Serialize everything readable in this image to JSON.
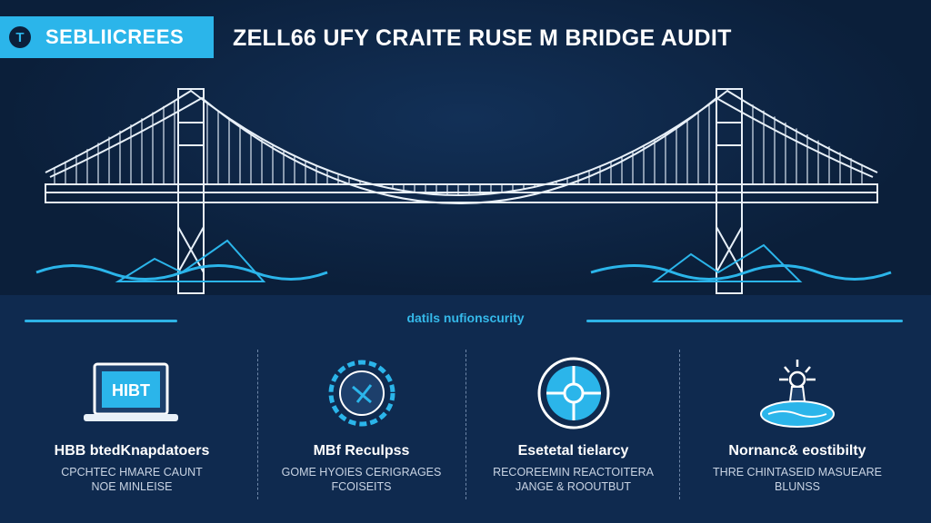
{
  "header": {
    "badge_label": "SEBLIICREES",
    "badge_icon": "T",
    "title": "ZELL66 UFY CRAITE RUSE M BRIDGE AUDIT"
  },
  "section_subtitle": "datils nufionscurity",
  "colors": {
    "accent": "#2bb5ea",
    "background": "#0b1f3a",
    "panel": "#0f2a4f"
  },
  "features": [
    {
      "icon": "laptop-icon",
      "icon_text": "HIBT",
      "title": "HBB btedKnapdatoers",
      "lines": [
        "CPCHTEC HMARE CAUNT",
        "NOE MINLEISE"
      ]
    },
    {
      "icon": "gear-shield-icon",
      "title": "MBf Reculpss",
      "lines": [
        "GOME HYOIES CERIGRAGES",
        "FCOISEITS"
      ]
    },
    {
      "icon": "compass-icon",
      "title": "Esetetal tielarcy",
      "lines": [
        "RECOREEMIN REACTOITERA",
        "JANGE & ROOUTBUT"
      ]
    },
    {
      "icon": "lighthouse-icon",
      "title": "Nornanc& eostibilty",
      "lines": [
        "THRE CHINTASEID MASUEARE",
        "BLUNSS"
      ]
    }
  ]
}
